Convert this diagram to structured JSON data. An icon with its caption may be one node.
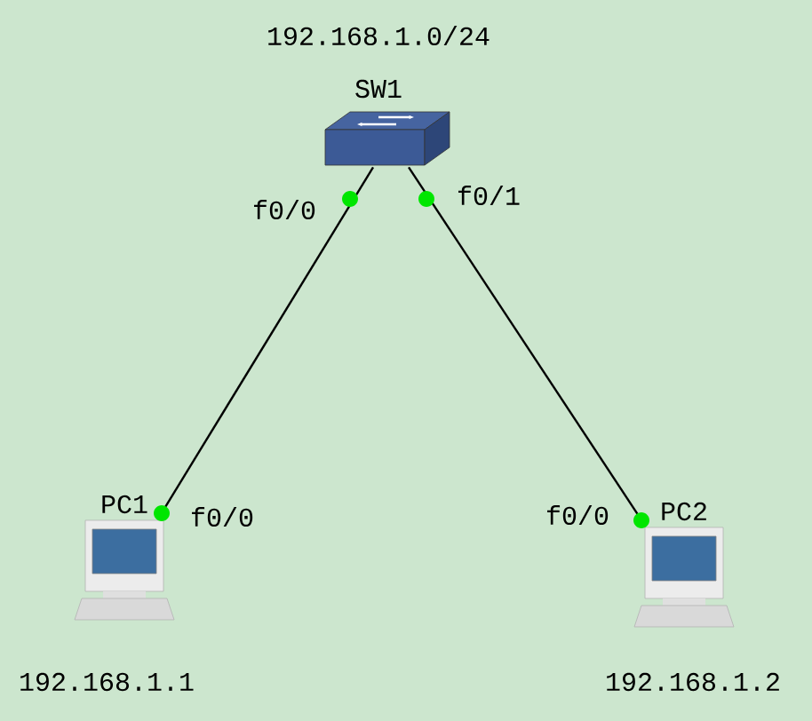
{
  "diagram": {
    "nodes": [
      {
        "text": [
          "SW1"
        ]
      },
      {
        "text": [
          "PC1"
        ],
        "beside": [
          "192.168.1.1"
        ]
      },
      {
        "text": [
          "PC2"
        ],
        "beside": [
          "192.168.1.2"
        ]
      }
    ],
    "edges": [
      {
        "from": 0,
        "to": 1,
        "arrow": "none"
      },
      {
        "from": 0,
        "to": 2,
        "arrow": "none"
      }
    ],
    "labels": [
      "192.168.1.0/24",
      "f0/0",
      "f0/1",
      "f0/0",
      "f0/0"
    ]
  }
}
